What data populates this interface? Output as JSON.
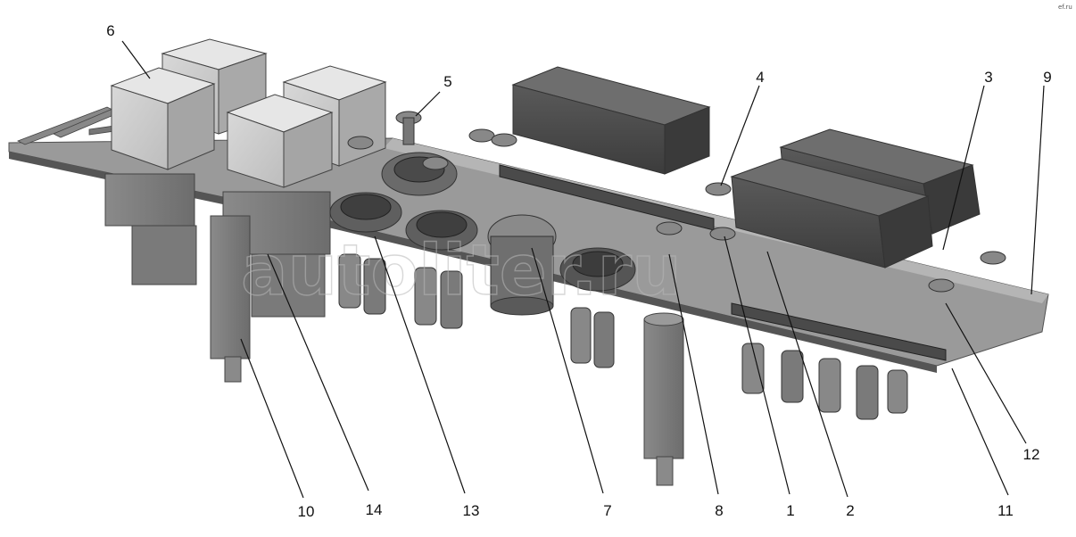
{
  "callouts": [
    {
      "id": "c1",
      "label": "1"
    },
    {
      "id": "c2",
      "label": "2"
    },
    {
      "id": "c3",
      "label": "3"
    },
    {
      "id": "c4",
      "label": "4"
    },
    {
      "id": "c5",
      "label": "5"
    },
    {
      "id": "c6",
      "label": "6"
    },
    {
      "id": "c7",
      "label": "7"
    },
    {
      "id": "c8",
      "label": "8"
    },
    {
      "id": "c9",
      "label": "9"
    },
    {
      "id": "c10",
      "label": "10"
    },
    {
      "id": "c11",
      "label": "11"
    },
    {
      "id": "c12",
      "label": "12"
    },
    {
      "id": "c13",
      "label": "13"
    },
    {
      "id": "c14",
      "label": "14"
    }
  ],
  "watermark": "autoliter.ru",
  "corner_mark": "ef.ru"
}
